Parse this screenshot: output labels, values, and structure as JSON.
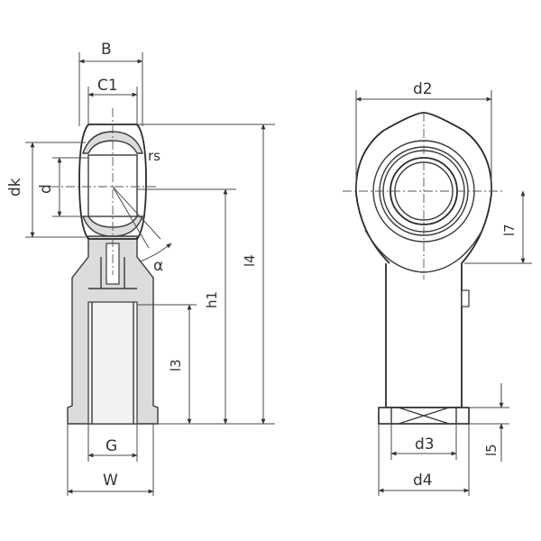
{
  "side_view": {
    "labels": {
      "B": "B",
      "C1": "C1",
      "rs": "rs",
      "dk": "dk",
      "d": "d",
      "alpha": "α",
      "h1": "h1",
      "l4": "l4",
      "l3": "l3",
      "G": "G",
      "W": "W"
    }
  },
  "front_view": {
    "labels": {
      "d2": "d2",
      "l7": "l7",
      "d3": "d3",
      "d4": "d4",
      "l5": "l5"
    }
  }
}
